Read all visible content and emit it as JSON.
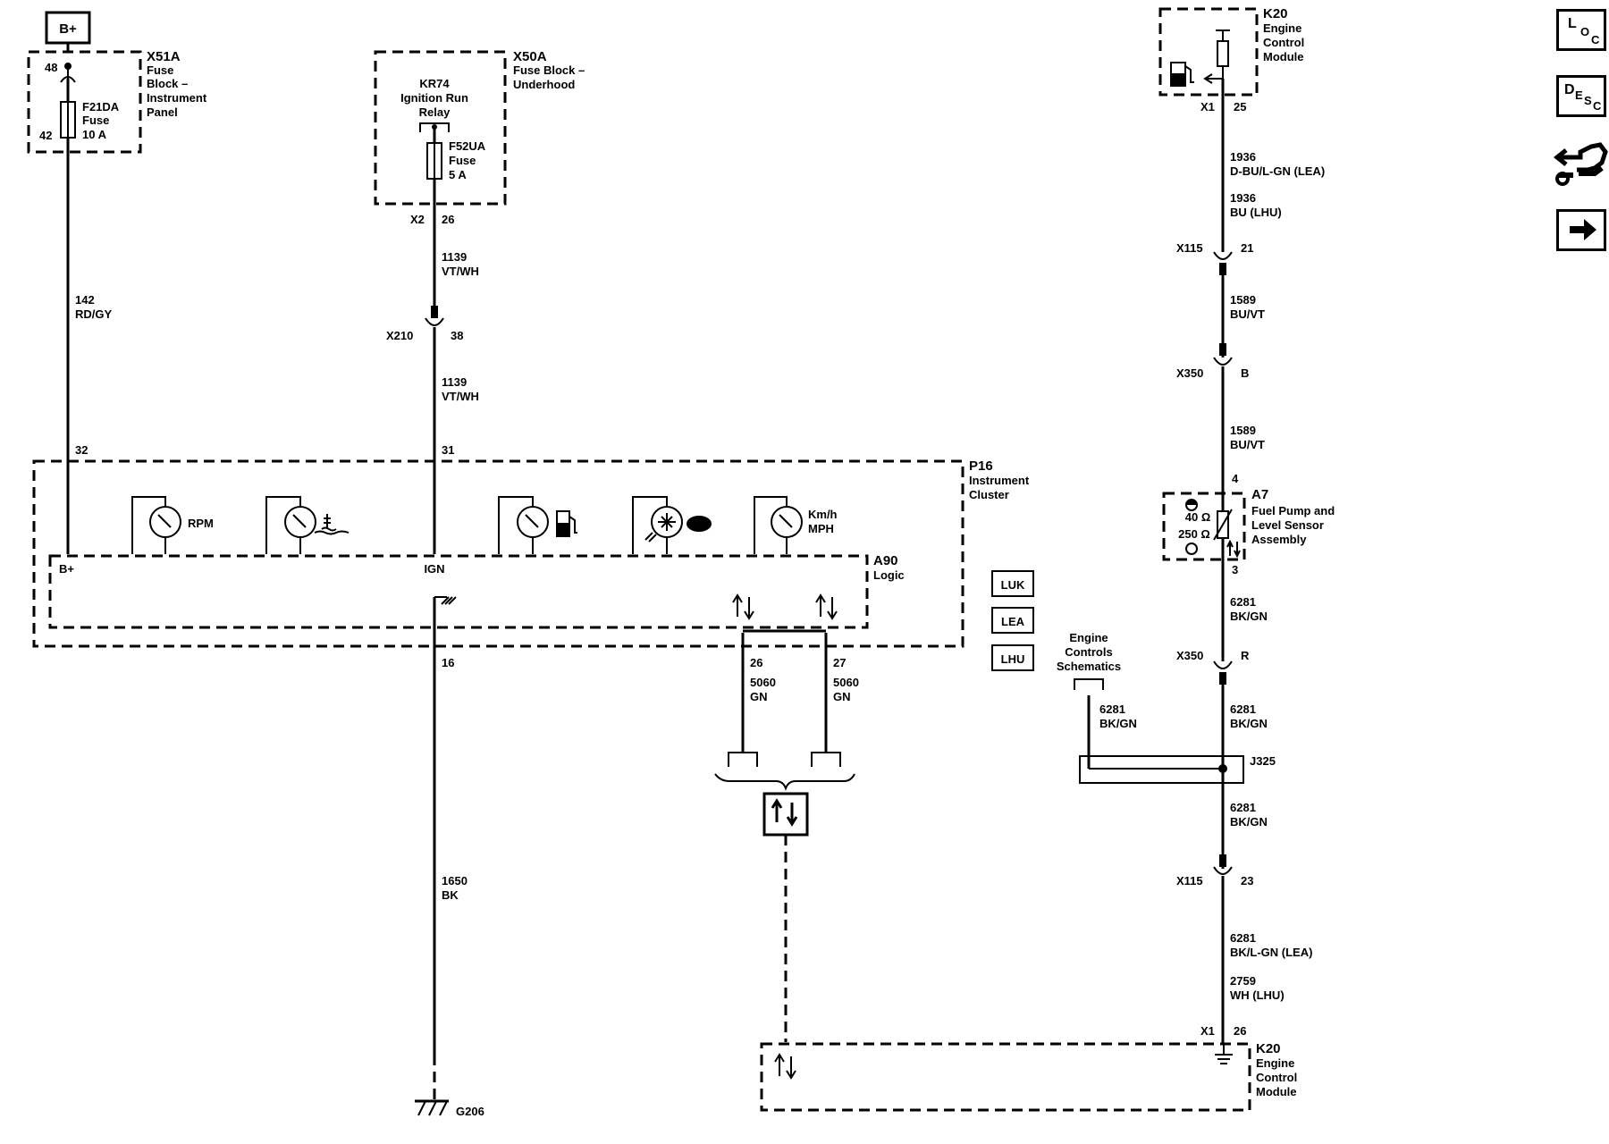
{
  "bplus_box": "B+",
  "fuse_block_ip": {
    "id": "X51A",
    "name": "Fuse Block – Instrument Panel",
    "pin_in": "48",
    "pin_out": "42",
    "fuse_id": "F21DA",
    "fuse_label": "Fuse",
    "fuse_rating": "10 A"
  },
  "fuse_block_uh": {
    "id": "X50A",
    "name": "Fuse Block – Underhood",
    "relay_id": "KR74",
    "relay_name": "Ignition Run Relay",
    "fuse_id": "F52UA",
    "fuse_label": "Fuse",
    "fuse_rating": "5 A",
    "conn": "X2",
    "pin": "26"
  },
  "wires": {
    "w142": {
      "circuit": "142",
      "color": "RD/GY"
    },
    "w1139a": {
      "circuit": "1139",
      "color": "VT/WH"
    },
    "w1139b": {
      "circuit": "1139",
      "color": "VT/WH"
    },
    "w1650": {
      "circuit": "1650",
      "color": "BK"
    },
    "w5060a": {
      "circuit": "5060",
      "color": "GN"
    },
    "w5060b": {
      "circuit": "5060",
      "color": "GN"
    },
    "w1936a": {
      "circuit": "1936",
      "color": "D-BU/L-GN (LEA)"
    },
    "w1936b": {
      "circuit": "1936",
      "color": "BU (LHU)"
    },
    "w1589a": {
      "circuit": "1589",
      "color": "BU/VT"
    },
    "w1589b": {
      "circuit": "1589",
      "color": "BU/VT"
    },
    "w6281a": {
      "circuit": "6281",
      "color": "BK/GN"
    },
    "w6281b": {
      "circuit": "6281",
      "color": "BK/GN"
    },
    "w6281c": {
      "circuit": "6281",
      "color": "BK/GN"
    },
    "w6281d": {
      "circuit": "6281",
      "color": "BK/GN"
    },
    "w6281e": {
      "circuit": "6281",
      "color": "BK/L-GN (LEA)"
    },
    "w2759": {
      "circuit": "2759",
      "color": "WH (LHU)"
    }
  },
  "connectors": {
    "x210": {
      "id": "X210",
      "pin": "38"
    },
    "x115a": {
      "id": "X115",
      "pin": "21"
    },
    "x350a": {
      "id": "X350",
      "pin": "B"
    },
    "x350b": {
      "id": "X350",
      "pin": "R"
    },
    "x115b": {
      "id": "X115",
      "pin": "23"
    },
    "j325": "J325"
  },
  "cluster": {
    "id": "P16",
    "name": "Instrument Cluster",
    "pin_bplus": "32",
    "pin_ign": "31",
    "pin_gnd": "16",
    "pin_data1": "26",
    "pin_data2": "27"
  },
  "logic": {
    "id": "A90",
    "name": "Logic",
    "bplus": "B+",
    "ign": "IGN"
  },
  "gauges": {
    "rpm": "RPM",
    "speed1": "Km/h",
    "speed2": "MPH"
  },
  "ground": "G206",
  "ecm_top": {
    "id": "K20",
    "name": "Engine Control Module",
    "conn": "X1",
    "pin": "25"
  },
  "ecm_bottom": {
    "id": "K20",
    "name": "Engine Control Module",
    "conn": "X1",
    "pin": "26"
  },
  "sensor": {
    "id": "A7",
    "name": "Fuel Pump and Level Sensor Assembly",
    "r_full": "40 Ω",
    "r_empty": "250 Ω",
    "pin_top": "4",
    "pin_bottom": "3"
  },
  "engine_controls_ref": "Engine Controls Schematics",
  "options": [
    "LUK",
    "LEA",
    "LHU"
  ],
  "side_buttons": {
    "loc": [
      "L",
      "O",
      "C"
    ],
    "desc": [
      "D",
      "E",
      "S",
      "C"
    ]
  }
}
